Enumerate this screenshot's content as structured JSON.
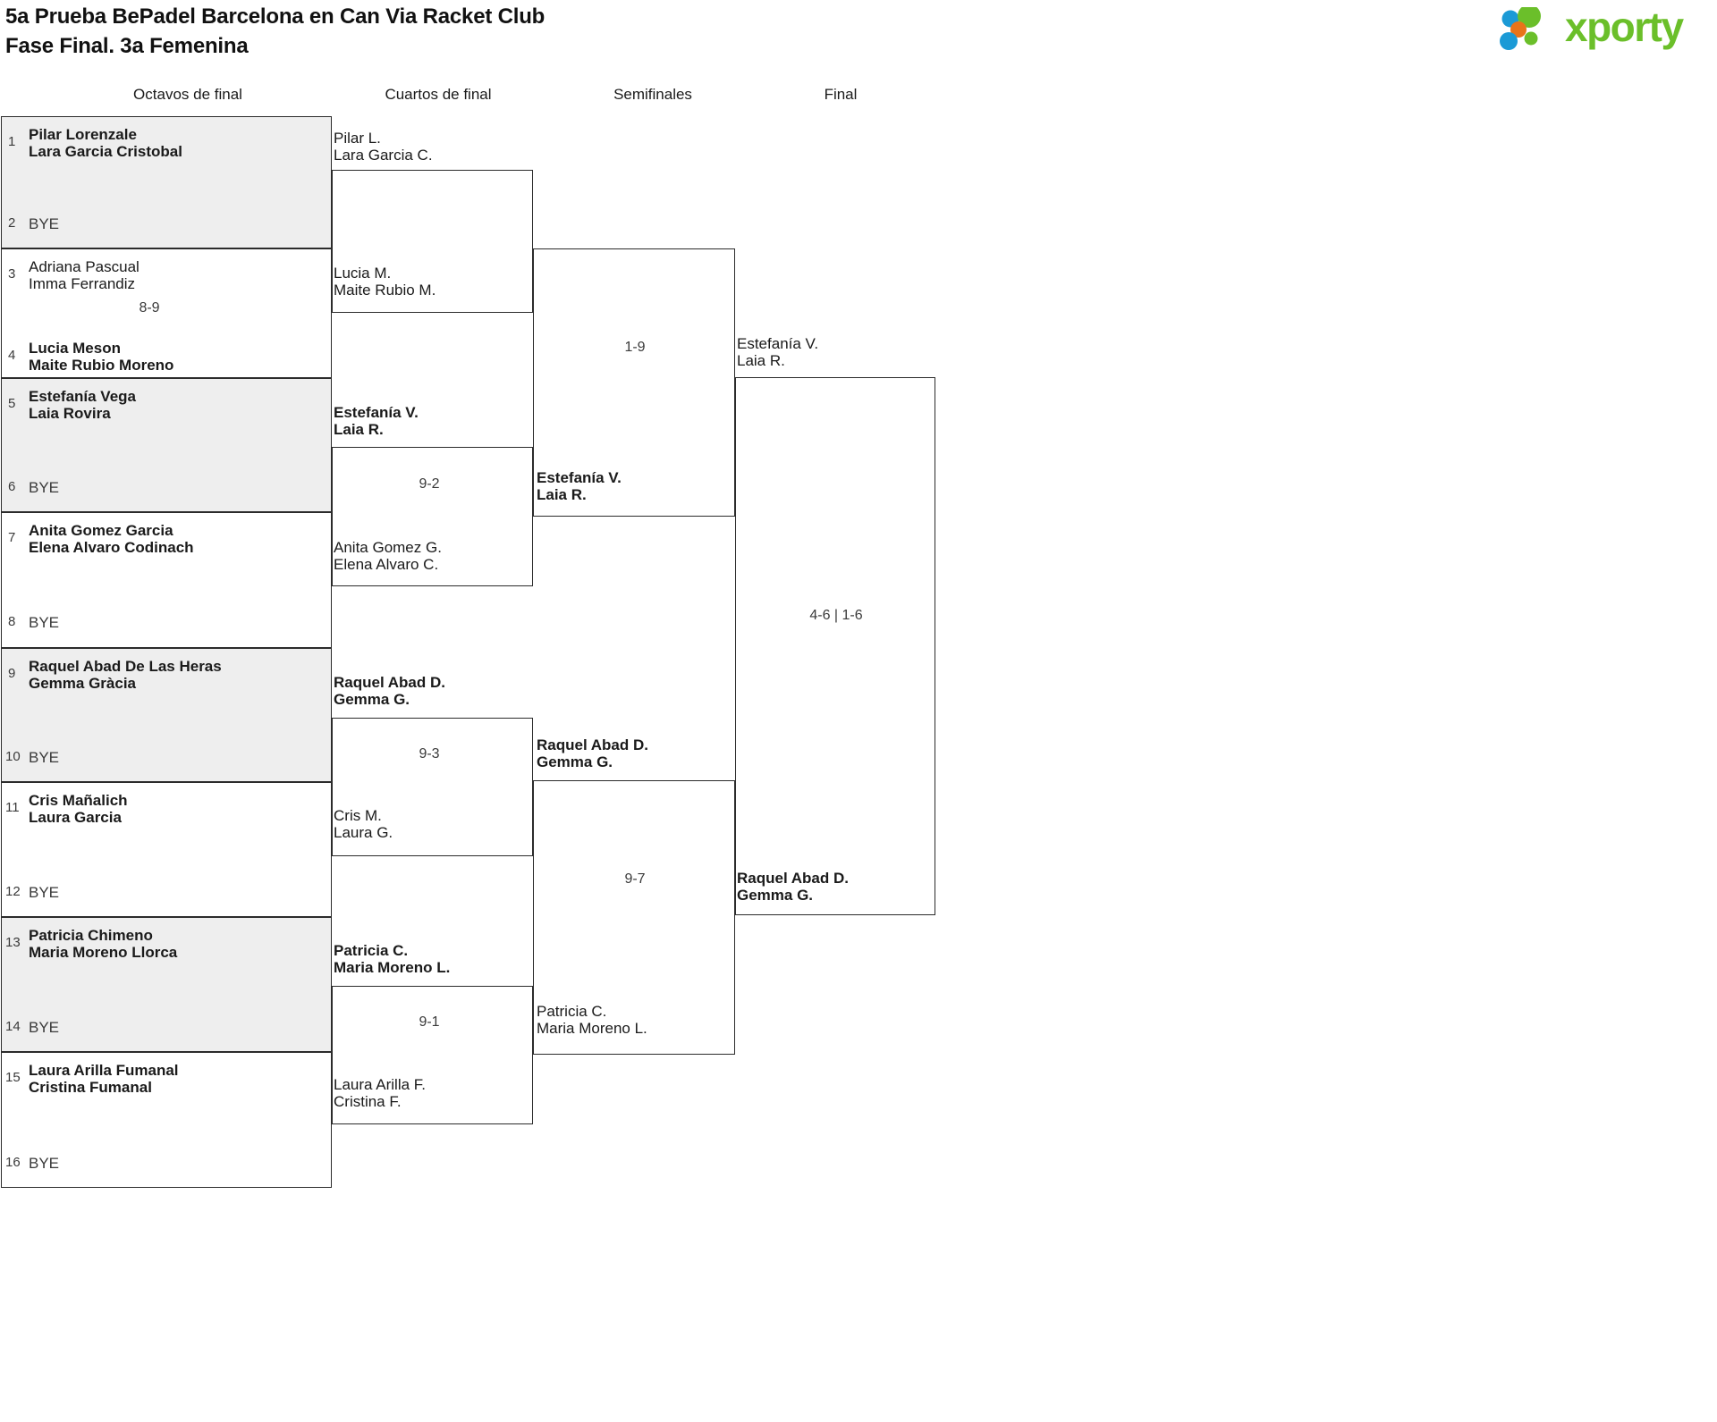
{
  "header": {
    "title_line1": "5a Prueba BePadel Barcelona en Can Via Racket Club",
    "title_line2": "Fase Final. 3a Femenina",
    "logo_text": "xporty",
    "logo_colors": {
      "blue": "#1b9ad6",
      "orange": "#e8741a",
      "green": "#6bbf2a"
    }
  },
  "rounds": [
    {
      "label": "Octavos de final"
    },
    {
      "label": "Cuartos de final"
    },
    {
      "label": "Semifinales"
    },
    {
      "label": "Final"
    }
  ],
  "bye_label": "BYE",
  "round16": [
    {
      "seed": "1",
      "line1": "Pilar Lorenzale",
      "line2": "Lara Garcia Cristobal",
      "winner": true,
      "shaded": true
    },
    {
      "seed": "2",
      "bye": true,
      "winner": false,
      "shaded": true
    },
    {
      "seed": "3",
      "line1": "Adriana Pascual",
      "line2": "Imma Ferrandiz",
      "winner": false,
      "shaded": false
    },
    {
      "seed": "4",
      "line1": "Lucia Meson",
      "line2": "Maite Rubio Moreno",
      "winner": true,
      "shaded": false
    },
    {
      "seed": "5",
      "line1": "Estefanía Vega",
      "line2": "Laia Rovira",
      "winner": true,
      "shaded": true
    },
    {
      "seed": "6",
      "bye": true,
      "winner": false,
      "shaded": true
    },
    {
      "seed": "7",
      "line1": "Anita Gomez Garcia",
      "line2": "Elena Alvaro Codinach",
      "winner": true,
      "shaded": false
    },
    {
      "seed": "8",
      "bye": true,
      "winner": false,
      "shaded": false
    },
    {
      "seed": "9",
      "line1": "Raquel Abad De Las Heras",
      "line2": "Gemma Gràcia",
      "winner": true,
      "shaded": true
    },
    {
      "seed": "10",
      "bye": true,
      "winner": false,
      "shaded": true
    },
    {
      "seed": "11",
      "line1": "Cris Mañalich",
      "line2": "Laura Garcia",
      "winner": true,
      "shaded": false
    },
    {
      "seed": "12",
      "bye": true,
      "winner": false,
      "shaded": false
    },
    {
      "seed": "13",
      "line1": "Patricia Chimeno",
      "line2": "Maria Moreno Llorca",
      "winner": true,
      "shaded": true
    },
    {
      "seed": "14",
      "bye": true,
      "winner": false,
      "shaded": true
    },
    {
      "seed": "15",
      "line1": "Laura Arilla Fumanal",
      "line2": "Cristina Fumanal",
      "winner": true,
      "shaded": false
    },
    {
      "seed": "16",
      "bye": true,
      "winner": false,
      "shaded": false
    }
  ],
  "r16_scores": [
    {
      "value": "8-9"
    }
  ],
  "quarters": [
    {
      "line1": "Pilar L.",
      "line2": "Lara Garcia C.",
      "winner": false
    },
    {
      "line1": "Lucia M.",
      "line2": "Maite Rubio M.",
      "winner": false
    },
    {
      "line1": "Estefanía V.",
      "line2": "Laia R.",
      "winner": true
    },
    {
      "line1": "Anita Gomez G.",
      "line2": "Elena Alvaro C.",
      "winner": false
    },
    {
      "line1": "Raquel Abad D.",
      "line2": "Gemma G.",
      "winner": true
    },
    {
      "line1": "Cris M.",
      "line2": "Laura G.",
      "winner": false
    },
    {
      "line1": "Patricia C.",
      "line2": "Maria Moreno L.",
      "winner": true
    },
    {
      "line1": "Laura Arilla F.",
      "line2": "Cristina F.",
      "winner": false
    }
  ],
  "quarter_scores": [
    {
      "value": "9-2"
    },
    {
      "value": "9-3"
    },
    {
      "value": "9-1"
    }
  ],
  "semis": [
    {
      "line1": "Estefanía V.",
      "line2": "Laia R.",
      "winner": true
    },
    {
      "line1": "Raquel Abad D.",
      "line2": "Gemma G.",
      "winner": true
    },
    {
      "line1": "Patricia C.",
      "line2": "Maria Moreno L.",
      "winner": false
    }
  ],
  "semi_scores": [
    {
      "value": "1-9"
    },
    {
      "value": "9-7"
    }
  ],
  "finals": [
    {
      "line1": "Estefanía V.",
      "line2": "Laia R.",
      "winner": false
    },
    {
      "line1": "Raquel Abad D.",
      "line2": "Gemma G.",
      "winner": true
    }
  ],
  "final_score": {
    "value": "4-6 | 1-6"
  }
}
